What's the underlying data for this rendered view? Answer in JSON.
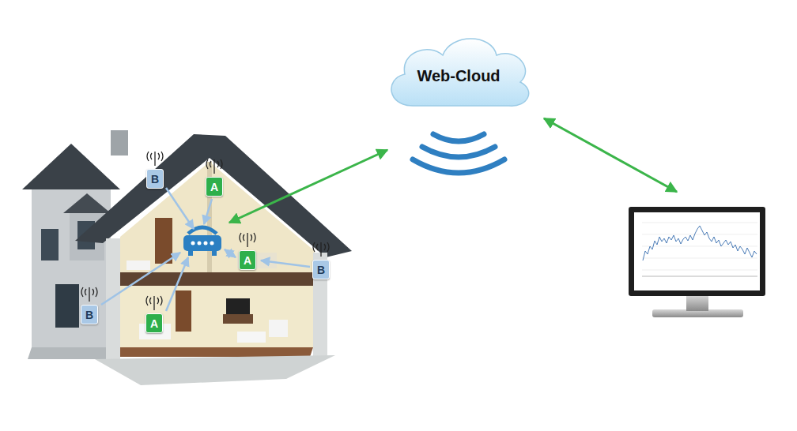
{
  "diagram": {
    "nodes": [
      {
        "text": [
          "Web-Cloud"
        ]
      },
      {
        "text": [
          "B"
        ]
      },
      {
        "text": [
          "A"
        ]
      },
      {
        "text": [
          "A"
        ]
      },
      {
        "text": [
          "B"
        ]
      },
      {
        "text": [
          "B"
        ]
      },
      {
        "text": [
          "A"
        ]
      }
    ]
  }
}
